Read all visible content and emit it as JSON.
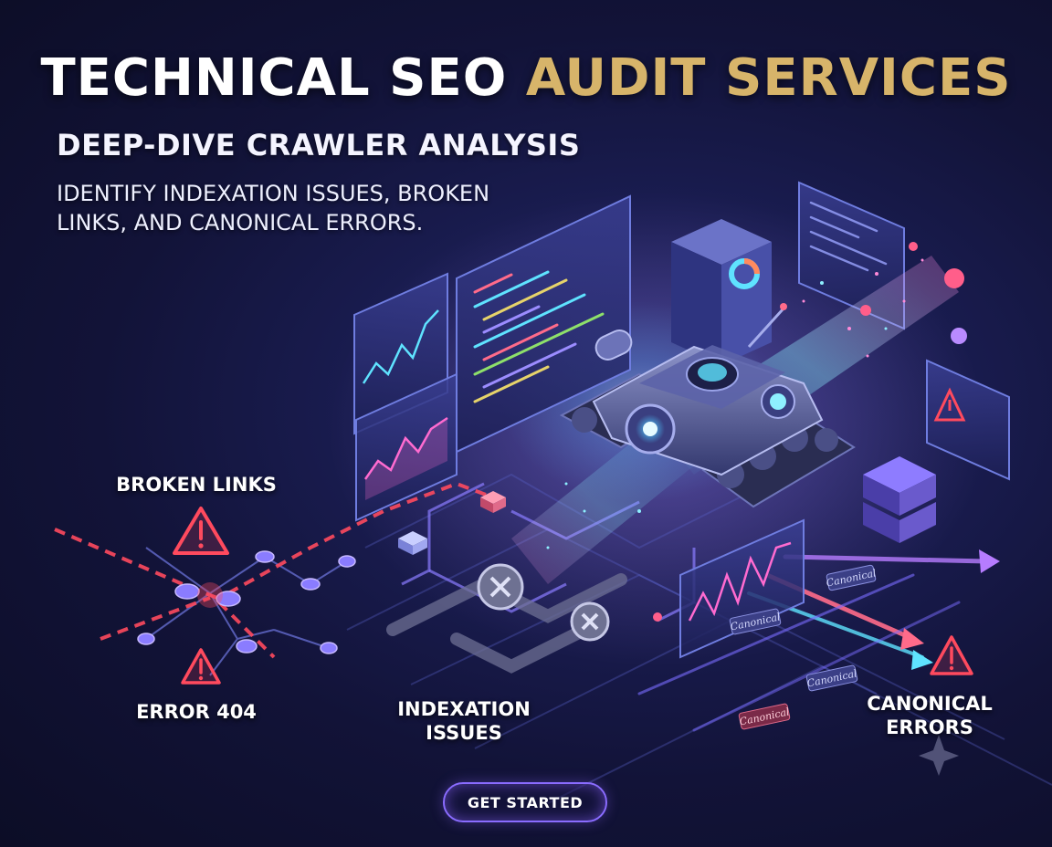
{
  "header": {
    "title_part1": "TECHNICAL SEO",
    "title_part2": "AUDIT SERVICES",
    "subtitle": "DEEP-DIVE CRAWLER ANALYSIS",
    "tagline_line1": "IDENTIFY INDEXATION ISSUES, BROKEN",
    "tagline_line2": "LINKS, AND CANONICAL ERRORS."
  },
  "callouts": {
    "broken_links": "BROKEN LINKS",
    "error_404": "ERROR 404",
    "indexation_line1": "INDEXATION",
    "indexation_line2": "ISSUES",
    "canonical_line1": "CANONICAL",
    "canonical_line2": "ERRORS"
  },
  "tags": {
    "canonical_1": "Canonical",
    "canonical_2": "Canonical",
    "canonical_3": "Canonical",
    "canonical_4": "Canonical"
  },
  "cta": {
    "label": "GET STARTED"
  },
  "colors": {
    "accent_gold": "#d7b46a",
    "accent_purple": "#8a6cff",
    "error_red": "#ff4a5e",
    "glow_cyan": "#5fe3ff",
    "background": "#14163e"
  },
  "icons": [
    "warning-icon",
    "blocked-x-icon",
    "crawler-robot-icon",
    "server-stack-icon",
    "chart-icon"
  ]
}
